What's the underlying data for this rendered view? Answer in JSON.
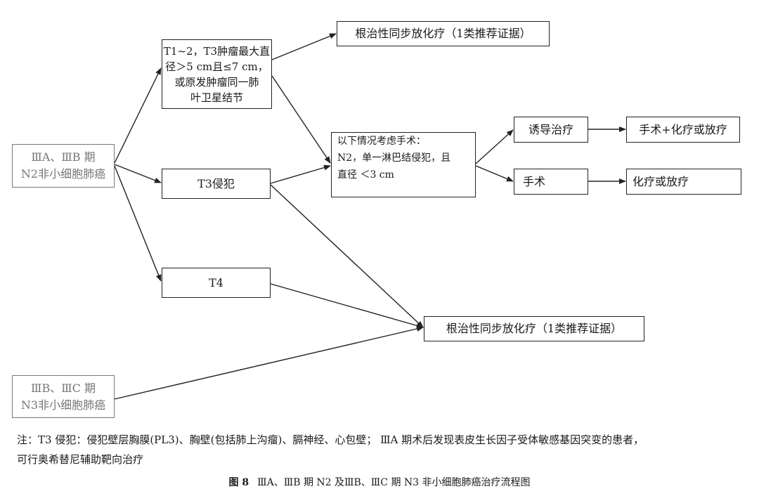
{
  "nodes": {
    "stage_3ab": {
      "lines": [
        "ⅢA、ⅢB 期",
        "N2非小细胞肺癌"
      ]
    },
    "t12": {
      "lines": [
        "T1~2，T3肿瘤最大直",
        "径＞5 cm且≤7 cm，",
        "或原发肿瘤同一肺",
        "叶卫星结节"
      ]
    },
    "t3": {
      "label": "T3侵犯"
    },
    "t4": {
      "label": "T4"
    },
    "ccrt_top": {
      "label": "根治性同步放化疗（1类推荐证据）"
    },
    "surgery_cond": {
      "lines": [
        "以下情况考虑手术：",
        "N2，单一淋巴结侵犯，且",
        "直径 ＜3 cm"
      ]
    },
    "induction": {
      "label": "诱导治疗"
    },
    "surgery": {
      "label": "手术"
    },
    "surg_chemo_rt": {
      "label": "手术+化疗或放疗"
    },
    "chemo_rt": {
      "label": "化疗或放疗"
    },
    "ccrt_bottom": {
      "label": "根治性同步放化疗（1类推荐证据）"
    },
    "stage_3bc": {
      "lines": [
        "ⅢB、ⅢC 期",
        "N3非小细胞肺癌"
      ]
    }
  },
  "note": {
    "line1": "注：T3 侵犯：侵犯壁层胸膜(PL3)、胸壁(包括肺上沟瘤)、膈神经、心包壁；  ⅢA 期术后发现表皮生长因子受体敏感基因突变的患者，",
    "line2": "可行奥希替尼辅助靶向治疗"
  },
  "caption": {
    "figure_label": "图 8",
    "title": "ⅢA、ⅢB 期 N2 及ⅢB、ⅢC 期 N3 非小细胞肺癌治疗流程图"
  },
  "colors": {
    "line": "#222222",
    "muted": "#777777"
  }
}
